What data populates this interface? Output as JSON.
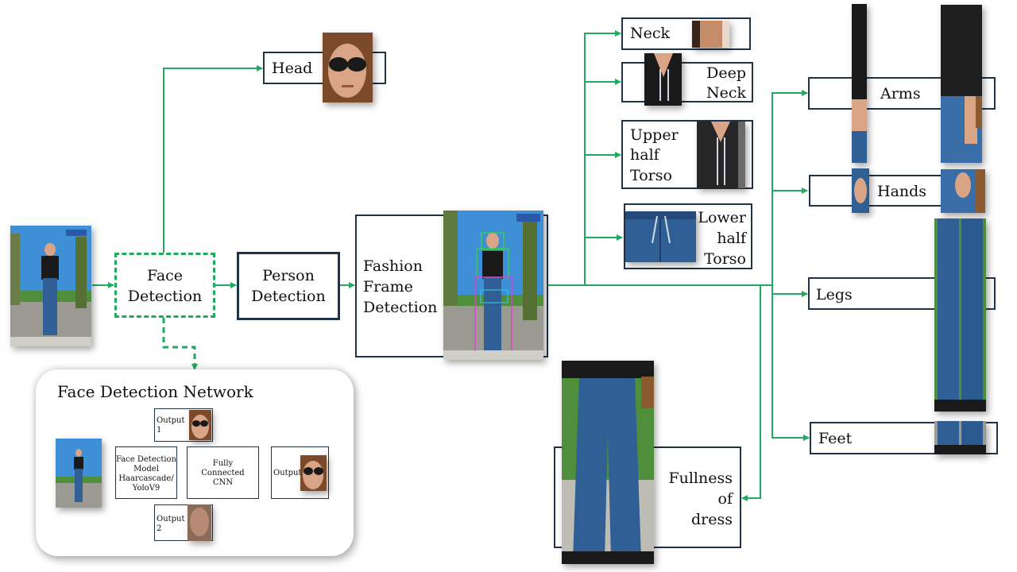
{
  "colors": {
    "arrow": "#1faa5f",
    "box_border": "#1f3349",
    "sky": "#3f8fd6",
    "denim": "#2f5f95",
    "hair": "#7a4a2a",
    "skin": "#d9a586"
  },
  "nodes": {
    "head": "Head",
    "face_detection": [
      "Face",
      "Detection"
    ],
    "person_detection": [
      "Person",
      "Detection"
    ],
    "fashion_frame": [
      "Fashion",
      "Frame",
      "Detection"
    ],
    "neck": "Neck",
    "deep_neck": [
      "Deep",
      "Neck"
    ],
    "upper_half_torso": [
      "Upper",
      "half",
      "Torso"
    ],
    "lower_half_torso": [
      "Lower",
      "half",
      "Torso"
    ],
    "arms": "Arms",
    "hands": "Hands",
    "legs": "Legs",
    "feet": "Feet",
    "fullness_of_dress": [
      "Fullness",
      "of",
      "dress"
    ]
  },
  "network": {
    "title": "Face Detection Network",
    "model": [
      "Face Detection",
      "Model",
      "Haarcascade/",
      "YoloV9"
    ],
    "cnn": [
      "Fully",
      "Connected",
      "CNN"
    ],
    "output1": [
      "Output",
      "1"
    ],
    "output2": [
      "Output",
      "2"
    ],
    "output": "Output"
  }
}
